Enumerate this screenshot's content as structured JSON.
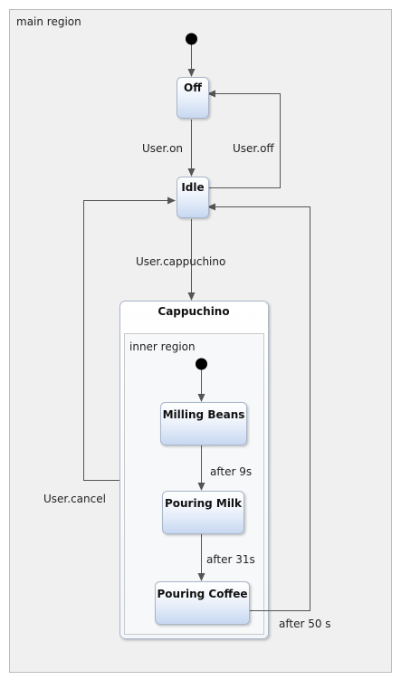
{
  "diagram": {
    "regions": {
      "main": "main region",
      "inner": "inner region"
    },
    "states": {
      "off": "Off",
      "idle": "Idle",
      "cappuchino": "Cappuchino",
      "milling_beans": "Milling Beans",
      "pouring_milk": "Pouring Milk",
      "pouring_coffee": "Pouring Coffee"
    },
    "transitions": {
      "user_on": "User.on",
      "user_off": "User.off",
      "user_cappuchino": "User.cappuchino",
      "user_cancel": "User.cancel",
      "after_9s": "after 9s",
      "after_31s": "after 31s",
      "after_50s": "after 50 s"
    },
    "colors": {
      "region_fill": "#f0f0f0",
      "region_border": "#bdbdbd",
      "inner_fill": "#f7f8fa",
      "state_top": "#ffffff",
      "state_bottom": "#c9d9f2",
      "state_border": "#a9b6c9",
      "edge": "#555555",
      "initial": "#000000"
    }
  }
}
